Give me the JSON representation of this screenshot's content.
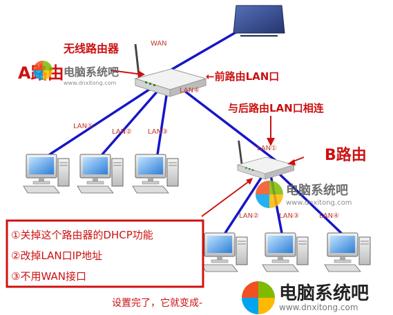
{
  "labels": {
    "wireless_router": "无线路由器",
    "router_a": "A路由",
    "router_b": "B路由",
    "wan": "WAN",
    "front_lan": "←前路由LAN口",
    "connect_back": "与后路由LAN口相连",
    "lan1": "LAN①",
    "lan2": "LAN②",
    "lan3": "LAN③",
    "lan4": "LAN④"
  },
  "notes": [
    "①关掉这个路由器的DHCP功能",
    "②改掉LAN口IP地址",
    "③不用WAN接口"
  ],
  "footer": "设置完了，它就变成-",
  "watermark": {
    "title": "电脑系统吧",
    "url": "www.dnxitong.com"
  },
  "colors": {
    "cable": "#1616c8",
    "annotation": "#cc1111",
    "modem": "#2a3f8c"
  }
}
